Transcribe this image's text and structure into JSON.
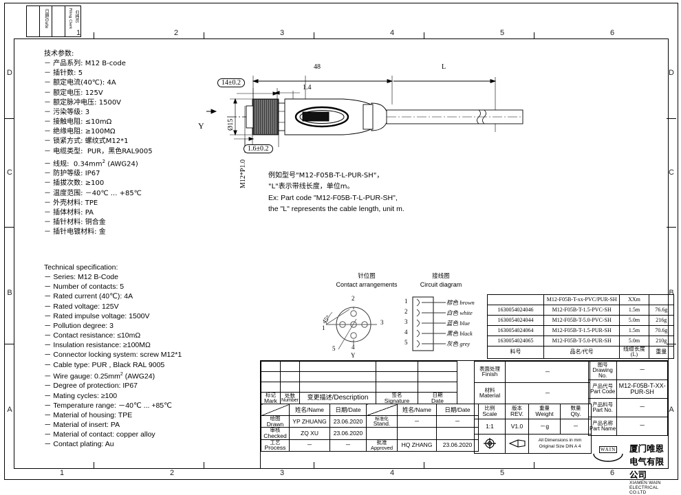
{
  "sheet": {
    "zone_numbers": [
      "1",
      "2",
      "3",
      "4",
      "5",
      "6"
    ],
    "zone_letters": [
      "D",
      "C",
      "B",
      "A"
    ],
    "filing_block": {
      "date_label": "日期/Date",
      "clerk_label": "Filing Clerk",
      "clerk_cn": "归档员"
    }
  },
  "specs_cn": {
    "title": "技术参数:",
    "lines": [
      "－ 产品系列: M12 B-code",
      "－ 插针数: 5",
      "－ 额定电流(40℃): 4A",
      "－ 额定电压: 125V",
      "－ 额定脉冲电压: 1500V",
      "－ 污染等级: 3",
      "－ 接触电阻: ≤10mΩ",
      "－ 绝缘电阻: ≥100MΩ",
      "－ 锁紧方式: 螺纹式M12*1",
      "－ 电缆类型:  PUR，黑色RAL9005",
      "－ 线规:  0.34mm² (AWG24)",
      "－ 防护等级: IP67",
      "－ 插拔次数: ≥100",
      "－ 温度范围: －40℃ ... +85℃",
      "－ 外壳材料: TPE",
      "－ 插体材料: PA",
      "－ 插针材料: 铜合金",
      "－ 插针电镀材料: 金"
    ]
  },
  "specs_en": {
    "title": "Technical specification:",
    "lines": [
      "－ Series: M12 B-Code",
      "－ Number of contacts: 5",
      "－ Rated current (40℃): 4A",
      "－ Rated voltage: 125V",
      "－ Rated impulse voltage: 1500V",
      "－ Pollution degree: 3",
      "－ Contact resistance: ≤10mΩ",
      "－ Insulation resistance: ≥100MΩ",
      "－ Connector locking system: screw M12*1",
      "－ Cable type: PUR , Black RAL 9005",
      "－ Wire gauge: 0.25mm² (AWG24)",
      "－ Degree of protection: IP67",
      "－ Mating cycles: ≥100",
      "－ Temperature range: －40℃ ... +85℃",
      "－ Material of housing: TPE",
      "－ Material of insert: PA",
      "－ Material of contact: copper alloy",
      "－ Contact plating: Au"
    ]
  },
  "drawing": {
    "dim_48": "48",
    "dim_L": "L",
    "dim_14": "14±0.2",
    "dim_1_4": "1.4",
    "dim_1_6": "1.6±0.2",
    "dim_dia15": "Ø15",
    "dim_thread": "M12*P1.0",
    "view_arrow": "Y",
    "logo_text": "WAIN"
  },
  "example_note": {
    "line_cn_1": "例如型号\"M12-F05B-T-L-PUR-SH\"，",
    "line_cn_2": "\"L\"表示带线长度，单位m。",
    "line_en_1": "Ex: Part code \"M12-F05B-T-L-PUR-SH\",",
    "line_en_2": "the \"L\" represents the cable length, unit m."
  },
  "contact_arrangement": {
    "title_cn": "针位图",
    "title_en": "Contact arrangements",
    "angle": "45°",
    "pins": [
      "1",
      "2",
      "3",
      "4",
      "5"
    ],
    "view_mark": "Y"
  },
  "circuit_diagram": {
    "title_cn": "接线图",
    "title_en": "Circuit diagram",
    "wires": [
      {
        "pin": "1",
        "color_cn": "棕色",
        "color_en": "brown"
      },
      {
        "pin": "2",
        "color_cn": "白色",
        "color_en": "white"
      },
      {
        "pin": "3",
        "color_cn": "蓝色",
        "color_en": "blue"
      },
      {
        "pin": "4",
        "color_cn": "黑色",
        "color_en": "black"
      },
      {
        "pin": "5",
        "color_cn": "灰色",
        "color_en": "grey"
      }
    ]
  },
  "parts_table": {
    "top_row": {
      "code": "",
      "name": "M12-F05B-T-xx-PVC/PUR-SH",
      "length": "XXm",
      "weight": ""
    },
    "rows": [
      {
        "code": "1630054024046",
        "name": "M12-F05B-T-1.5-PVC-SH",
        "length": "1.5m",
        "weight": "76.6g"
      },
      {
        "code": "1630054024044",
        "name": "M12-F05B-T-5.0-PVC-SH",
        "length": "5.0m",
        "weight": "216g"
      },
      {
        "code": "1630054024064",
        "name": "M12-F05B-T-1.5-PUR-SH",
        "length": "1.5m",
        "weight": "70.6g"
      },
      {
        "code": "1630054024065",
        "name": "M12-F05B-T-5.0-PUR-SH",
        "length": "5.0m",
        "weight": "210g"
      }
    ],
    "footers": [
      "料号",
      "品名/代号",
      "线缆长度 (L)",
      "重量"
    ]
  },
  "title_block": {
    "rev_headers": {
      "mark_cn": "标记",
      "mark_en": "Mark",
      "number_cn": "处数",
      "number_en": "Number",
      "desc_cn": "变更描述",
      "desc_en": "Description",
      "sig_cn": "签名",
      "sig_en": "Signature",
      "date_cn": "日期",
      "date_en": "Date"
    },
    "name_hdr": "姓名/Name",
    "date_hdr": "日期/Date",
    "roles": [
      {
        "cn": "绘图",
        "en": "Drawn",
        "name": "YP ZHUANG",
        "date": "23.06.2020"
      },
      {
        "cn": "审核",
        "en": "Checked",
        "name": "ZQ XU",
        "date": "23.06.2020"
      },
      {
        "cn": "工艺",
        "en": "Process",
        "name": "－",
        "date": "－"
      }
    ],
    "roles_right": [
      {
        "cn": "标准化",
        "en": "Stand.",
        "name": "－",
        "date": "－"
      },
      {
        "cn": "",
        "en": "",
        "name": "",
        "date": ""
      },
      {
        "cn": "批准",
        "en": "Approved",
        "name": "HQ ZHANG",
        "date": "23.06.2020"
      }
    ],
    "finish": {
      "cn": "表面处理",
      "en": "Finish",
      "value": "－"
    },
    "material": {
      "cn": "材料",
      "en": "Material",
      "value": "－"
    },
    "scale": {
      "cn": "比例",
      "en": "Scale",
      "value": "1:1"
    },
    "rev": {
      "cn": "版本",
      "en": "REV.",
      "value": "V1.0"
    },
    "weight": {
      "cn": "重量",
      "en": "Weight",
      "value": "－g"
    },
    "qty": {
      "cn": "数量",
      "en": "Qty.",
      "value": "－"
    },
    "drawing_no": {
      "cn": "图号",
      "en": "Drawing No.",
      "value": "－"
    },
    "part_code": {
      "cn": "产品代号",
      "en": "Part Code",
      "value": "M12-F05B-T-XX-PUR-SH"
    },
    "part_no": {
      "cn": "产品料号",
      "en": "Part No.",
      "value": "－"
    },
    "part_name": {
      "cn": "产品名称",
      "en": "Part Name",
      "value": "－"
    },
    "units_note_1": "All Dimensions in mm",
    "units_note_2": "Original Size DIN A 4",
    "company": {
      "mark": "WAIN",
      "name_cn": "厦门唯恩电气有限公司",
      "name_en": "XIAMEN WAIN ELECTRICAL CO.LTD"
    }
  }
}
